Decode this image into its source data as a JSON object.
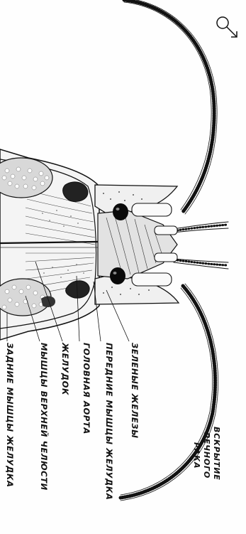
{
  "title": {
    "line1": "ВСКРЫТИЕ",
    "line2": "РЕЧНОГО",
    "line3": "РАКА"
  },
  "sex_symbol": "♂",
  "labels": [
    "ЗЕЛЕНЫЕ ЖЕЛЕЗЫ",
    "ПЕРЕДНИЕ МЫШЦЫ ЖЕЛУДКА",
    "ГОЛОВНАЯ АОРТА",
    "ЖЕЛУДОК",
    "МЫШЦЫ ВЕРХНЕЙ ЧЕЛЮСТИ",
    "ЗАДНИЕ МЫШЦЫ ЖЕЛУДКА"
  ]
}
